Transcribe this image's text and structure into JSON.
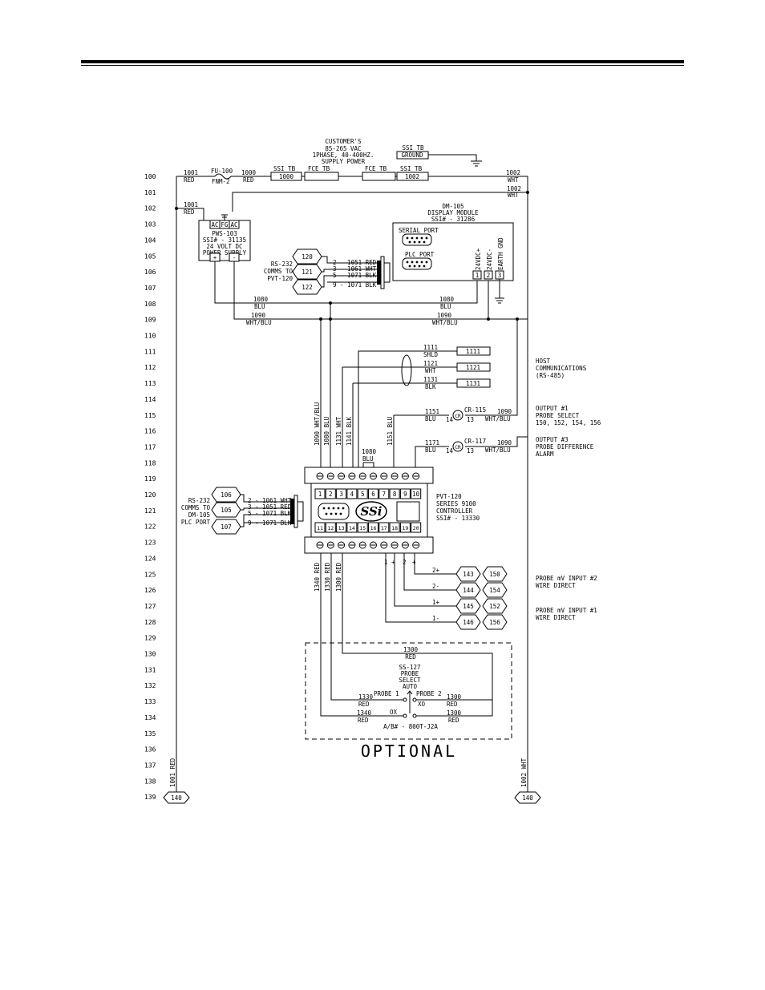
{
  "line_numbers": [
    "100",
    "101",
    "102",
    "103",
    "104",
    "105",
    "106",
    "107",
    "108",
    "109",
    "110",
    "111",
    "112",
    "113",
    "114",
    "115",
    "116",
    "117",
    "118",
    "119",
    "120",
    "121",
    "122",
    "123",
    "124",
    "125",
    "126",
    "127",
    "128",
    "129",
    "130",
    "131",
    "132",
    "133",
    "134",
    "135",
    "136",
    "137",
    "138",
    "139"
  ],
  "supply": {
    "l1": "CUSTOMER'S",
    "l2": "85-265 VAC",
    "l3": "1PHASE, 40-400HZ.",
    "l4": "SUPPLY POWER"
  },
  "ground_tb": {
    "l1": "SSI TB",
    "l2": "GROUND"
  },
  "wires": {
    "w1001": "1001",
    "red": "RED",
    "fuse": "FU-100",
    "fuse_type": "FNM-2",
    "w1000": "1000",
    "ssi_tb": "SSI TB",
    "fce_tb": "FCE TB",
    "tb1000": "1000",
    "tb1002": "1002",
    "w1002": "1002",
    "wht": "WHT",
    "w1002b": "1002",
    "w1080": "1080",
    "blu": "BLU",
    "w1090": "1090",
    "whtblu": "WHT/BLU",
    "w1111": "1111",
    "shld": "SHLD",
    "w1121": "1121",
    "w1131": "1131",
    "blk": "BLK",
    "w1151": "1151",
    "w1171": "1171",
    "v1090": "1090 WHT/BLU",
    "v1080": "1080 BLU",
    "v1131": "1131 WHT",
    "v1141": "1141 BLK",
    "v1151": "1151 BLU",
    "v1340": "1340 RED",
    "v1330": "1330 RED",
    "v1300": "1300 RED",
    "v1001": "1001 RED",
    "v1002": "1002 WHT"
  },
  "pws": {
    "ac1": "AC",
    "fg": "FG",
    "ac2": "AC",
    "name": "PWS-103",
    "ssi": "SSI# - 31135",
    "v1": "24 VOLT DC",
    "v2": "POWER SUPPLY",
    "plus": "+",
    "minus": "-"
  },
  "dm": {
    "name": "DM-105",
    "desc": "DISPLAY MODULE",
    "ssi": "SSI# - 31286",
    "serial": "SERIAL PORT",
    "plc": "PLC PORT",
    "t1": "24VDC+",
    "t2": "24VDC-",
    "t3": "EARTH GND",
    "n1": "1",
    "n2": "2",
    "n3": "3"
  },
  "rs232_top": {
    "l1": "RS-232",
    "l2": "COMMS TO",
    "l3": "PVT-120",
    "h1": "120",
    "h2": "121",
    "h3": "122",
    "w1": "2 - 1051 RED",
    "w2": "3 - 1061 WHT",
    "w3": "5 - 1071 BLK",
    "w4": "9 - 1071 BLK"
  },
  "rs232_left": {
    "l1": "RS-232",
    "l2": "COMMS TO",
    "l3": "DM-105",
    "l4": "PLC PORT",
    "h1": "106",
    "h2": "105",
    "h3": "107",
    "w1": "2 - 1061 WHT",
    "w2": "3 - 1051 RED",
    "w3": "5 - 1071 BLK",
    "w4": "9 - 1071 BLK"
  },
  "hostcomm": {
    "t1111": "1111",
    "t1121": "1121",
    "t1131": "1131",
    "l1": "HOST",
    "l2": "COMMUNICATIONS",
    "l3": "(RS-485)"
  },
  "relays": {
    "cr115": "CR-115",
    "cr117": "CR-117",
    "cr": "CR",
    "p14": "14",
    "p13": "13"
  },
  "outputs": {
    "o1a": "OUTPUT #1",
    "o1b": "PROBE SELECT",
    "o1c": "150, 152, 154, 156",
    "o3a": "OUTPUT #3",
    "o3b": "PROBE DIFFERENCE",
    "o3c": "ALARM"
  },
  "controller": {
    "name": "PVT-120",
    "series": "SERIES 9100",
    "kind": "CONTROLLER",
    "ssi": "SSI# - 13330",
    "logo": "SSi",
    "top": [
      "1",
      "2",
      "3",
      "4",
      "5",
      "6",
      "7",
      "8",
      "9",
      "10"
    ],
    "bottom": [
      "11",
      "12",
      "13",
      "14",
      "15",
      "16",
      "17",
      "18",
      "19",
      "20"
    ]
  },
  "probe": {
    "s2p": "2+",
    "s2m": "2-",
    "s1p": "1+",
    "s1m": "1-",
    "h143": "143",
    "h144": "144",
    "h145": "145",
    "h146": "146",
    "h150": "150",
    "h154": "154",
    "h152": "152",
    "h156": "156",
    "in2a": "PROBE mV INPUT #2",
    "in2b": "WIRE DIRECT",
    "in1a": "PROBE mV INPUT #1",
    "in1b": "WIRE DIRECT",
    "m1": "1",
    "p1": "+",
    "m2": "2",
    "p2": "+"
  },
  "switch": {
    "w1300": "1300",
    "name": "SS-127",
    "l1": "PROBE",
    "l2": "SELECT",
    "auto": "AUTO",
    "probe1": "PROBE 1",
    "probe2": "PROBE 2",
    "w1330": "1330",
    "w1340": "1340",
    "w1300b": "1300",
    "w1300c": "1300",
    "ox": "OX",
    "xo": "XO",
    "ab": "A/B# - 800T-J2A"
  },
  "optional": "OPTIONAL",
  "connector": {
    "left": "140",
    "right": "140"
  }
}
